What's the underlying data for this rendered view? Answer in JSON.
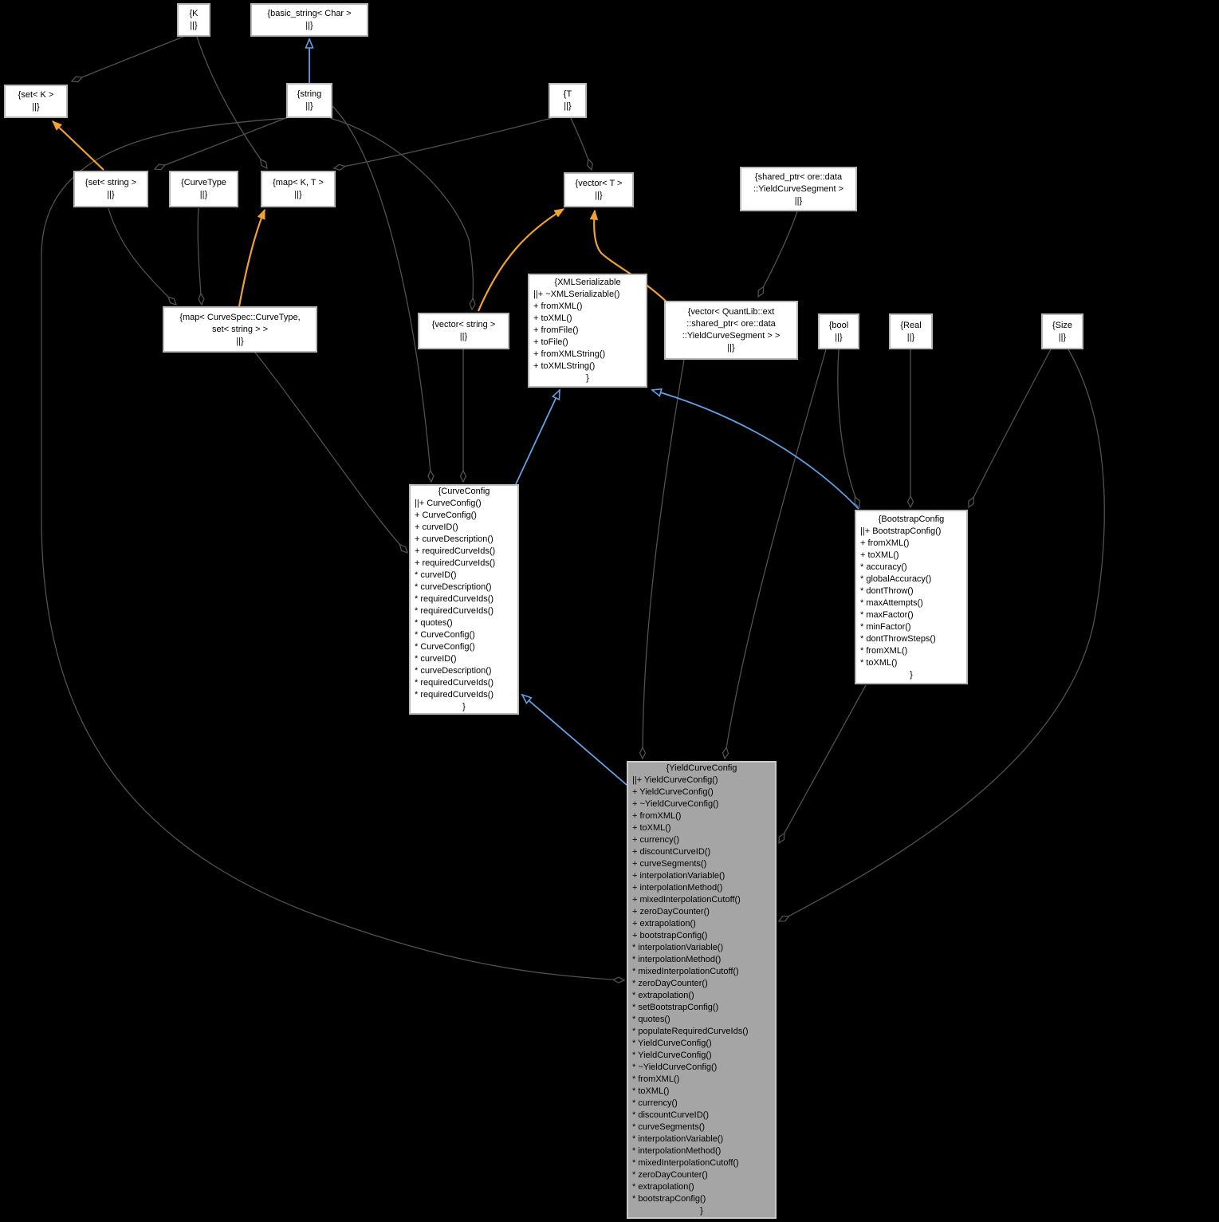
{
  "colors": {
    "bg": "#000000",
    "node_fill": "#ffffff",
    "node_border": "#b8b8b8",
    "focus_fill": "#a5a5a5",
    "focus_border": "#c9c9c9",
    "edge": "#515151",
    "inherit": "#63a1e4",
    "template": "#efa233",
    "text": "#000000"
  },
  "nodes": {
    "k": {
      "lines": [
        "{K",
        "||}"
      ]
    },
    "basic_string": {
      "lines": [
        "{basic_string< Char >",
        "||}"
      ]
    },
    "set_k": {
      "lines": [
        "{set< K >",
        "||}"
      ]
    },
    "string": {
      "lines": [
        "{string",
        "||}"
      ]
    },
    "t": {
      "lines": [
        "{T",
        "||}"
      ]
    },
    "set_string": {
      "lines": [
        "{set< string >",
        "||}"
      ]
    },
    "curve_type": {
      "lines": [
        "{CurveType",
        "||}"
      ]
    },
    "map_kt": {
      "lines": [
        "{map< K, T >",
        "||}"
      ]
    },
    "vector_t": {
      "lines": [
        "{vector< T >",
        "||}"
      ]
    },
    "shared_ptr": {
      "lines": [
        "{shared_ptr< ore::data",
        "::YieldCurveSegment >",
        "||}"
      ]
    },
    "map_curvespec": {
      "lines": [
        "{map< CurveSpec::CurveType,",
        "set< string > >",
        "||}"
      ]
    },
    "vector_string": {
      "lines": [
        "{vector< string >",
        "||}"
      ]
    },
    "vector_ql": {
      "lines": [
        "{vector< QuantLib::ext",
        "::shared_ptr< ore::data",
        "::YieldCurveSegment > >",
        "||}"
      ]
    },
    "bool": {
      "lines": [
        "{bool",
        "||}"
      ]
    },
    "real": {
      "lines": [
        "{Real",
        "||}"
      ]
    },
    "size": {
      "lines": [
        "{Size",
        "||}"
      ]
    },
    "xmlserializable": {
      "title": "{XMLSerializable",
      "members": [
        "||+ ~XMLSerializable()",
        "+ fromXML()",
        "+ toXML()",
        "+ fromFile()",
        "+ toFile()",
        "+ fromXMLString()",
        "+ toXMLString()"
      ],
      "close": "}"
    },
    "curveconfig": {
      "title": "{CurveConfig",
      "members": [
        "||+ CurveConfig()",
        "+ CurveConfig()",
        "+ curveID()",
        "+ curveDescription()",
        "+ requiredCurveIds()",
        "+ requiredCurveIds()",
        "* curveID()",
        "* curveDescription()",
        "* requiredCurveIds()",
        "* requiredCurveIds()",
        "* quotes()",
        "* CurveConfig()",
        "* CurveConfig()",
        "* curveID()",
        "* curveDescription()",
        "* requiredCurveIds()",
        "* requiredCurveIds()"
      ],
      "close": "}"
    },
    "bootstrapconfig": {
      "title": "{BootstrapConfig",
      "members": [
        "||+ BootstrapConfig()",
        "+ fromXML()",
        "+ toXML()",
        "* accuracy()",
        "* globalAccuracy()",
        "* dontThrow()",
        "* maxAttempts()",
        "* maxFactor()",
        "* minFactor()",
        "* dontThrowSteps()",
        "* fromXML()",
        "* toXML()"
      ],
      "close": "}"
    },
    "yieldcurveconfig": {
      "title": "{YieldCurveConfig",
      "members": [
        "||+ YieldCurveConfig()",
        "+ YieldCurveConfig()",
        "+ ~YieldCurveConfig()",
        "+ fromXML()",
        "+ toXML()",
        "+ currency()",
        "+ discountCurveID()",
        "+ curveSegments()",
        "+ interpolationVariable()",
        "+ interpolationMethod()",
        "+ mixedInterpolationCutoff()",
        "+ zeroDayCounter()",
        "+ extrapolation()",
        "+ bootstrapConfig()",
        "* interpolationVariable()",
        "* interpolationMethod()",
        "* mixedInterpolationCutoff()",
        "* zeroDayCounter()",
        "* extrapolation()",
        "* setBootstrapConfig()",
        "* quotes()",
        "* populateRequiredCurveIds()",
        "* YieldCurveConfig()",
        "* YieldCurveConfig()",
        "* ~YieldCurveConfig()",
        "* fromXML()",
        "* toXML()",
        "* currency()",
        "* discountCurveID()",
        "* curveSegments()",
        "* interpolationVariable()",
        "* interpolationMethod()",
        "* mixedInterpolationCutoff()",
        "* zeroDayCounter()",
        "* extrapolation()",
        "* bootstrapConfig()"
      ],
      "close": "}"
    }
  }
}
